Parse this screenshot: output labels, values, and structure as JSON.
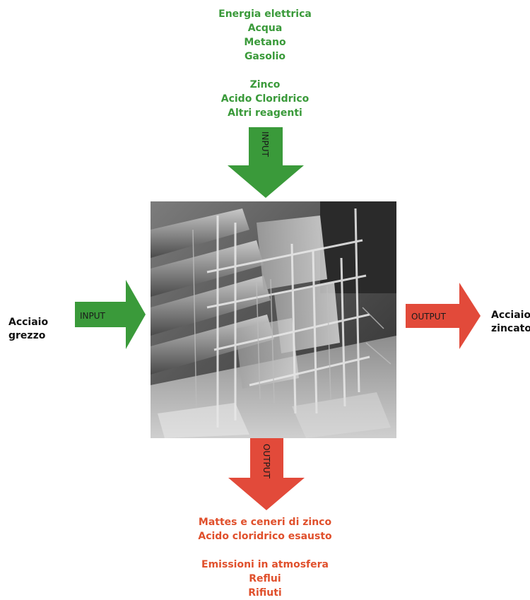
{
  "inputs_top": {
    "group1": [
      "Energia elettrica",
      "Acqua",
      "Metano",
      "Gasolio"
    ],
    "group2": [
      "Zinco",
      "Acido Cloridrico",
      "Altri reagenti"
    ]
  },
  "outputs_bottom": {
    "group1": [
      "Mattes e ceneri di zinco",
      "Acido cloridrico esausto"
    ],
    "group2": [
      "Emissioni in atmosfera",
      "Reflui",
      "Rifiuti"
    ]
  },
  "arrows": {
    "top_label": "INPUT",
    "left_label": "INPUT",
    "right_label": "OUTPUT",
    "bottom_label": "OUTPUT"
  },
  "side_labels": {
    "left_line1": "Acciaio",
    "left_line2": "grezzo",
    "right_line1": "Acciaio",
    "right_line2": "zincato"
  },
  "colors": {
    "input_green": "#3a9a3a",
    "output_red": "#e24a3a",
    "output_text": "#e0502c"
  }
}
